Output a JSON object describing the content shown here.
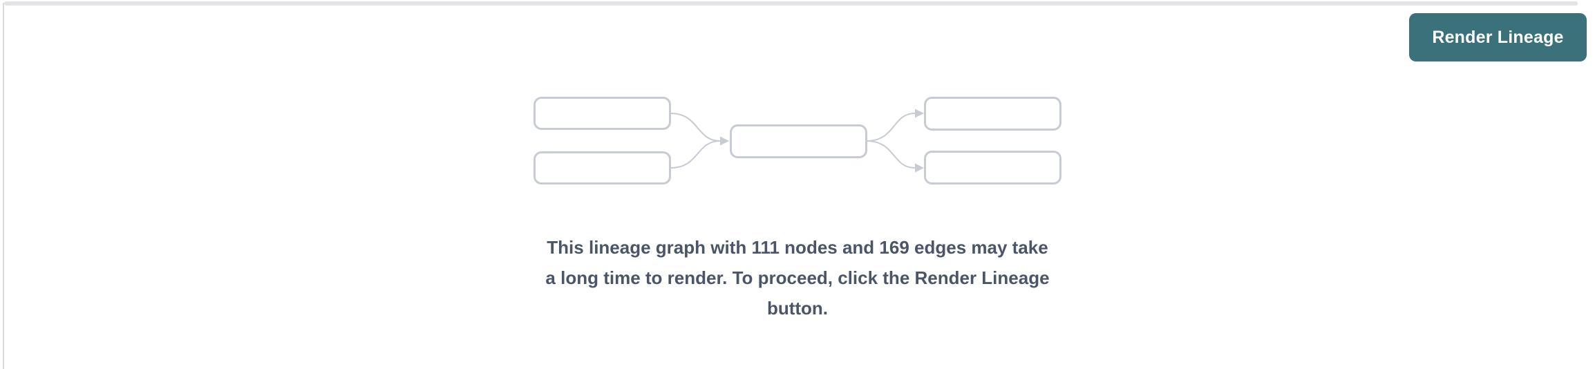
{
  "panel": {
    "render_button_label": "Render Lineage",
    "message": "This lineage graph with 111 nodes and 169 edges may take a long time to render. To proceed, click the Render Lineage button.",
    "message_lines": [
      "This lineage graph with 111 nodes and 169 edges may take",
      "a long time to render. To proceed, click the Render Lineage",
      "button."
    ],
    "node_count": "111",
    "edge_count": "169",
    "icons": {
      "placeholder_graphic": "lineage-graph-placeholder"
    },
    "colors": {
      "accent": "#3A717A",
      "graph-border": "#C7CBD4",
      "divider": "#E2E2E7",
      "side-border": "#D8D8DD",
      "text": "#4A5568"
    }
  }
}
